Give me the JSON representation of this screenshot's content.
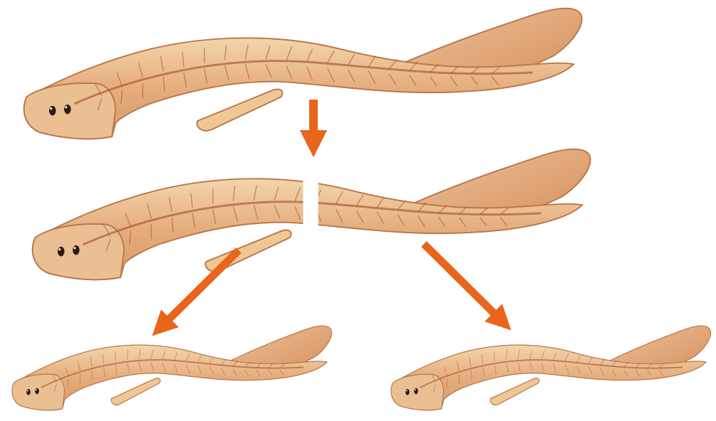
{
  "diagram": {
    "colors": {
      "background": "#ffffff",
      "arrow": "#e8651a",
      "body_light": "#f1cfa3",
      "body_mid": "#e2aa78",
      "body_dark": "#b77248",
      "vein": "#9c4e34",
      "pharynx": "#e9c291",
      "eye": "#2a1a12",
      "cut": "#ffffff"
    },
    "stages": [
      {
        "id": "whole-worm",
        "icon": "planarian"
      },
      {
        "id": "cut-worm",
        "icon": "planarian-cut-in-two"
      },
      {
        "id": "regenerated-left",
        "icon": "planarian"
      },
      {
        "id": "regenerated-right",
        "icon": "planarian"
      }
    ],
    "arrows": [
      {
        "from": "whole-worm",
        "to": "cut-worm",
        "icon": "arrow-down"
      },
      {
        "from": "cut-worm",
        "to": "regenerated-left",
        "icon": "arrow-down-left"
      },
      {
        "from": "cut-worm",
        "to": "regenerated-right",
        "icon": "arrow-down-right"
      }
    ]
  }
}
